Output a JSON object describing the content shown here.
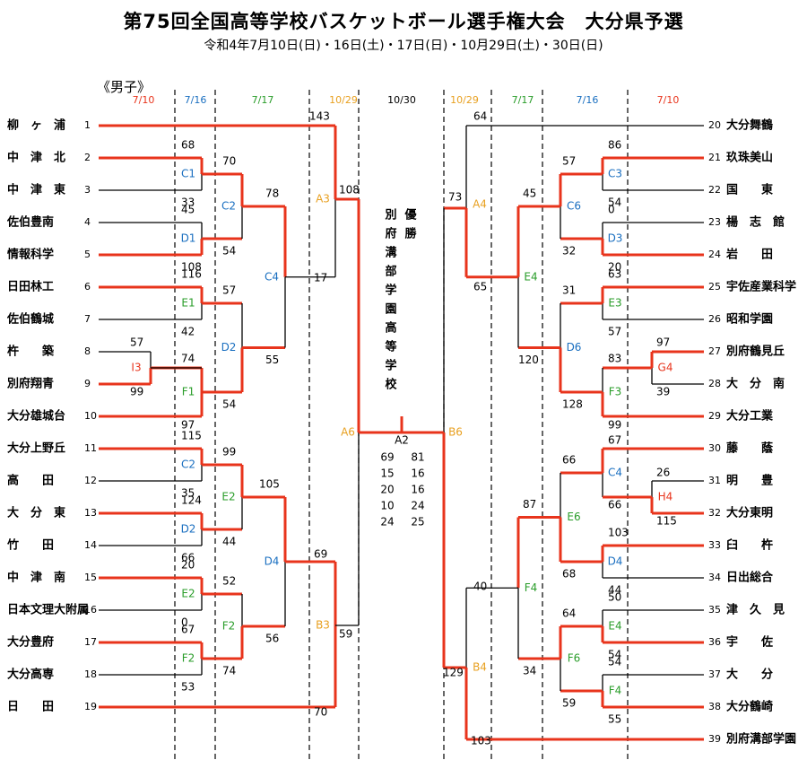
{
  "header": {
    "title": "第75回全国高等学校バスケットボール選手権大会　大分県予選",
    "subtitle": "令和4年7月10日(日)・16日(土)・17日(日)・10月29日(土)・30日(日)",
    "gender": "《男子》"
  },
  "dates": {
    "left": [
      "7/10",
      "7/16",
      "7/17",
      "10/29"
    ],
    "center": "10/30",
    "right": [
      "10/29",
      "7/17",
      "7/16",
      "7/10"
    ]
  },
  "colors": {
    "win": "#e8341c",
    "lose": "#000000",
    "r1": "#e8341c",
    "r2": "#1a6fc0",
    "r3": "#2a9d2a",
    "r4": "#e8a020"
  },
  "left_teams": [
    {
      "no": "1",
      "name": "柳　ヶ　浦"
    },
    {
      "no": "2",
      "name": "中　津　北"
    },
    {
      "no": "3",
      "name": "中　津　東"
    },
    {
      "no": "4",
      "name": "佐伯豊南"
    },
    {
      "no": "5",
      "name": "情報科学"
    },
    {
      "no": "6",
      "name": "日田林工"
    },
    {
      "no": "7",
      "name": "佐伯鶴城"
    },
    {
      "no": "8",
      "name": "杵　　築"
    },
    {
      "no": "9",
      "name": "別府翔青"
    },
    {
      "no": "10",
      "name": "大分雄城台"
    },
    {
      "no": "11",
      "name": "大分上野丘"
    },
    {
      "no": "12",
      "name": "高　　田"
    },
    {
      "no": "13",
      "name": "大　分　東"
    },
    {
      "no": "14",
      "name": "竹　　田"
    },
    {
      "no": "15",
      "name": "中　津　南"
    },
    {
      "no": "16",
      "name": "日本文理大附属"
    },
    {
      "no": "17",
      "name": "大分豊府"
    },
    {
      "no": "18",
      "name": "大分高専"
    },
    {
      "no": "19",
      "name": "日　　田"
    }
  ],
  "right_teams": [
    {
      "no": "20",
      "name": "大分舞鶴"
    },
    {
      "no": "21",
      "name": "玖珠美山"
    },
    {
      "no": "22",
      "name": "国　　東"
    },
    {
      "no": "23",
      "name": "楊　志　館"
    },
    {
      "no": "24",
      "name": "岩　　田"
    },
    {
      "no": "25",
      "name": "宇佐産業科学"
    },
    {
      "no": "26",
      "name": "昭和学園"
    },
    {
      "no": "27",
      "name": "別府鶴見丘"
    },
    {
      "no": "28",
      "name": "大　分　南"
    },
    {
      "no": "29",
      "name": "大分工業"
    },
    {
      "no": "30",
      "name": "藤　　蔭"
    },
    {
      "no": "31",
      "name": "明　　豊"
    },
    {
      "no": "32",
      "name": "大分東明"
    },
    {
      "no": "33",
      "name": "臼　　杵"
    },
    {
      "no": "34",
      "name": "日出総合"
    },
    {
      "no": "35",
      "name": "津　久　見"
    },
    {
      "no": "36",
      "name": "宇　　佐"
    },
    {
      "no": "37",
      "name": "大　　分"
    },
    {
      "no": "38",
      "name": "大分鶴崎"
    },
    {
      "no": "39",
      "name": "別府溝部学園"
    }
  ],
  "matches": {
    "I3": {
      "scores": [
        "57",
        "99"
      ]
    },
    "C1": {
      "scores": [
        "68",
        "33"
      ]
    },
    "D1": {
      "scores": [
        "45",
        "108"
      ]
    },
    "E1": {
      "scores": [
        "116",
        "42"
      ]
    },
    "F1": {
      "scores": [
        "74",
        "97"
      ]
    },
    "C2": {
      "scores": [
        "115",
        "35"
      ]
    },
    "D2": {
      "scores": [
        "124",
        "66"
      ]
    },
    "E2": {
      "scores": [
        "20",
        "0"
      ]
    },
    "F2": {
      "scores": [
        "67",
        "53"
      ]
    },
    "C2r": {
      "label": "C2",
      "scores": [
        "70",
        "54"
      ]
    },
    "D2r": {
      "label": "D2",
      "scores": [
        "57",
        "54"
      ]
    },
    "E2r": {
      "label": "E2",
      "scores": [
        "99",
        "44"
      ]
    },
    "F2r": {
      "label": "F2",
      "scores": [
        "52",
        "74"
      ]
    },
    "C4": {
      "scores": [
        "78",
        "55"
      ]
    },
    "D4": {
      "scores": [
        "105",
        "56"
      ]
    },
    "A3": {
      "scores": [
        "143",
        "17",
        "108"
      ]
    },
    "B3": {
      "scores": [
        "69",
        "70",
        "59"
      ]
    },
    "A6": {
      "label": "A6"
    },
    "A2": {
      "label": "A2",
      "champion_label": "優勝",
      "champion": "別府溝部学園高等学校",
      "periods": [
        [
          "69",
          "81"
        ],
        [
          "15",
          "16"
        ],
        [
          "20",
          "16"
        ],
        [
          "10",
          "24"
        ],
        [
          "24",
          "25"
        ]
      ]
    },
    "B6": {
      "label": "B6"
    },
    "A4": {
      "scores": [
        "64",
        "73",
        "65"
      ]
    },
    "B4": {
      "scores": [
        "40",
        "129",
        "103"
      ]
    },
    "E4": {
      "scores": [
        "45",
        "120"
      ]
    },
    "F4": {
      "scores": [
        "87",
        "34"
      ]
    },
    "C6": {
      "scores": [
        "57",
        "32"
      ]
    },
    "D6": {
      "scores": [
        "31",
        "128"
      ]
    },
    "E6": {
      "scores": [
        "66",
        "68"
      ]
    },
    "F6": {
      "scores": [
        "64",
        "59"
      ]
    },
    "C3": {
      "scores": [
        "86",
        "54"
      ]
    },
    "D3": {
      "scores": [
        "0",
        "20"
      ]
    },
    "E3": {
      "scores": [
        "63",
        "57"
      ]
    },
    "F3": {
      "scores": [
        "83",
        "99"
      ]
    },
    "C4r": {
      "label": "C4",
      "scores": [
        "67",
        "66"
      ]
    },
    "D4r": {
      "label": "D4",
      "scores": [
        "103",
        "44"
      ]
    },
    "E4r": {
      "label": "E4",
      "scores": [
        "50",
        "54"
      ]
    },
    "F4r": {
      "label": "F4",
      "scores": [
        "54",
        "55"
      ]
    },
    "G4": {
      "scores": [
        "97",
        "39"
      ]
    },
    "H4": {
      "scores": [
        "26",
        "115"
      ]
    }
  }
}
